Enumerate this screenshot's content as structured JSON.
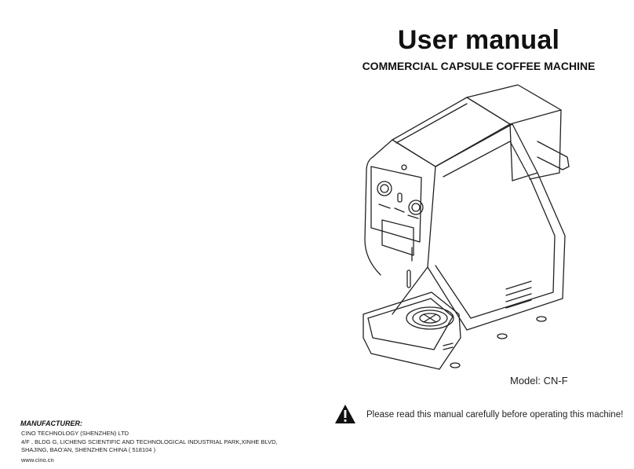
{
  "cover": {
    "title": "User manual",
    "subtitle": "COMMERCIAL CAPSULE COFFEE MACHINE",
    "model": "Model: CN-F"
  },
  "warning": {
    "icon": "warning-triangle-icon",
    "text": "Please read this manual carefully before operating this machine!"
  },
  "manufacturer": {
    "heading": "MANUFACTURER:",
    "lines": [
      "CINO TECHNOLOGY (SHENZHEN) LTD",
      "4/F , BLDG G,  LICHENG SCIENTIFIC AND TECHNOLOGICAL INDUSTRIAL PARK,XINHE BLVD,",
      "SHAJING, BAO'AN, SHENZHEN CHINA ( 518104 )",
      "www.cino.cn"
    ]
  }
}
